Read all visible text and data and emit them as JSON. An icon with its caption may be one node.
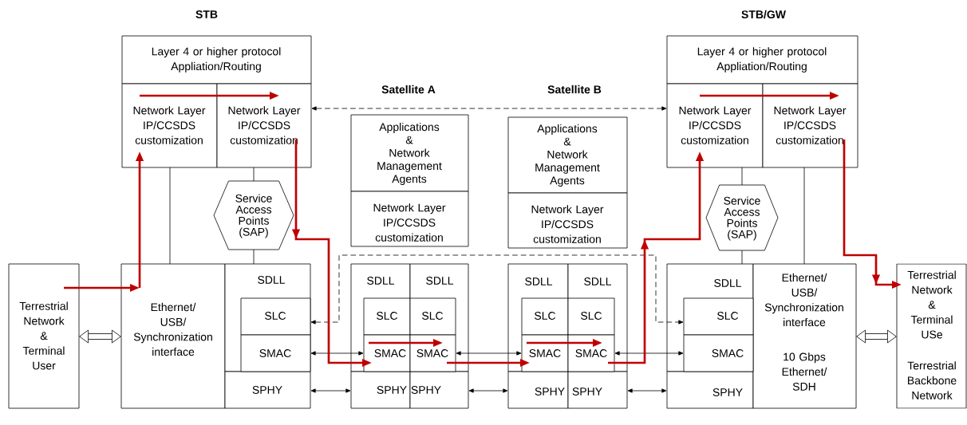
{
  "diagram": {
    "nodes": [
      {
        "text": [
          "Layer 4 or higher protocol Appliation/Routing"
        ]
      },
      {
        "text": [
          "Network Layer IP/CCSDS customization"
        ]
      },
      {
        "text": [
          "Network Layer IP/CCSDS customization"
        ]
      },
      {
        "text": [
          "Service Access Points (SAP)"
        ]
      },
      {
        "text": [
          "Ethernet/ USB/ Synchronization interface"
        ]
      },
      {
        "text": [
          "SDLL"
        ]
      },
      {
        "text": [
          "SLC"
        ],
        "in": 5
      },
      {
        "text": [
          "SMAC"
        ],
        "in": 5
      },
      {
        "text": [
          "SPHY"
        ]
      },
      {
        "text": [
          "Terrestrial Network & Terminal User"
        ]
      },
      {
        "text": [
          "Applications & Network Management Agents"
        ]
      },
      {
        "text": [
          "Network Layer IP/CCSDS customization"
        ]
      },
      {
        "text": [
          "SDLL"
        ]
      },
      {
        "text": [
          "SLC"
        ],
        "in": 12
      },
      {
        "text": [
          "SMAC"
        ],
        "in": 12
      },
      {
        "text": [
          "SDLL"
        ]
      },
      {
        "text": [
          "SLC"
        ],
        "in": 15
      },
      {
        "text": [
          "SMAC"
        ],
        "in": 15
      },
      {
        "text": [
          "SPHY"
        ]
      },
      {
        "text": [
          "SPHY"
        ]
      },
      {
        "text": [
          "Applications & Network Management Agents"
        ]
      },
      {
        "text": [
          "Network Layer IP/CCSDS customization"
        ]
      },
      {
        "text": [
          "SDLL"
        ]
      },
      {
        "text": [
          "SLC"
        ],
        "in": 22
      },
      {
        "text": [
          "SMAC"
        ],
        "in": 22
      },
      {
        "text": [
          "SDLL"
        ]
      },
      {
        "text": [
          "SLC"
        ],
        "in": 25
      },
      {
        "text": [
          "SMAC"
        ],
        "in": 25
      },
      {
        "text": [
          "SPHY"
        ]
      },
      {
        "text": [
          "SPHY"
        ]
      },
      {
        "text": [
          "Layer 4 or higher protocol Appliation/Routing"
        ]
      },
      {
        "text": [
          "Network Layer IP/CCSDS customization"
        ]
      },
      {
        "text": [
          "Network Layer IP/CCSDS customization"
        ]
      },
      {
        "text": [
          "Service Access Points (SAP)"
        ]
      },
      {
        "text": [
          "SDLL"
        ]
      },
      {
        "text": [
          "SLC"
        ],
        "in": 34
      },
      {
        "text": [
          "SMAC"
        ],
        "in": 34
      },
      {
        "text": [
          "SPHY"
        ]
      },
      {
        "text": [
          "Ethernet/ USB/ Synchronization interface",
          "10 Gbps Ethernet/ SDH"
        ]
      },
      {
        "text": [
          "Terrestrial Network & Terminal USe",
          "Terrestrial Backbone Network"
        ]
      }
    ],
    "edges": [
      {
        "from": 9,
        "to": 4,
        "arrow": "both",
        "style": "thick"
      },
      {
        "from": 1,
        "to": 4,
        "arrow": "none"
      },
      {
        "from": 2,
        "to": 3,
        "arrow": "none"
      },
      {
        "from": 3,
        "to": 5,
        "arrow": "none"
      },
      {
        "from": 2,
        "to": 31,
        "arrow": "both",
        "style": "dashed"
      },
      {
        "from": 6,
        "to": 35,
        "arrow": "both",
        "style": "dashed"
      },
      {
        "from": 7,
        "to": 14,
        "arrow": "both"
      },
      {
        "from": 17,
        "to": 24,
        "arrow": "both"
      },
      {
        "from": 27,
        "to": 36,
        "arrow": "both"
      },
      {
        "from": 8,
        "to": 18,
        "arrow": "both"
      },
      {
        "from": 19,
        "to": 28,
        "arrow": "both"
      },
      {
        "from": 29,
        "to": 37,
        "arrow": "both"
      },
      {
        "from": 31,
        "to": 33,
        "arrow": "none"
      },
      {
        "from": 33,
        "to": 34,
        "arrow": "none"
      },
      {
        "from": 32,
        "to": 38,
        "arrow": "none"
      },
      {
        "from": 38,
        "to": 39,
        "arrow": "both",
        "style": "thick"
      },
      {
        "from": 9,
        "to": 4,
        "arrow": "to",
        "style": "thick",
        "color": "#c00000"
      },
      {
        "from": 4,
        "to": 1,
        "arrow": "to",
        "style": "thick",
        "color": "#c00000"
      },
      {
        "from": 1,
        "to": 2,
        "arrow": "to",
        "style": "thick",
        "color": "#c00000"
      },
      {
        "from": 2,
        "to": 14,
        "arrow": "to",
        "style": "thick",
        "color": "#c00000"
      },
      {
        "from": 14,
        "to": 17,
        "arrow": "to",
        "style": "thick",
        "color": "#c00000"
      },
      {
        "from": 17,
        "to": 24,
        "arrow": "to",
        "style": "thick",
        "color": "#c00000"
      },
      {
        "from": 24,
        "to": 27,
        "arrow": "to",
        "style": "thick",
        "color": "#c00000"
      },
      {
        "from": 27,
        "to": 31,
        "arrow": "to",
        "style": "thick",
        "color": "#c00000"
      },
      {
        "from": 31,
        "to": 32,
        "arrow": "to",
        "style": "thick",
        "color": "#c00000"
      },
      {
        "from": 32,
        "to": 39,
        "arrow": "to",
        "style": "thick",
        "color": "#c00000"
      }
    ],
    "labels": [
      "STB",
      "Satellite A",
      "Satellite B",
      "STB/GW"
    ]
  }
}
